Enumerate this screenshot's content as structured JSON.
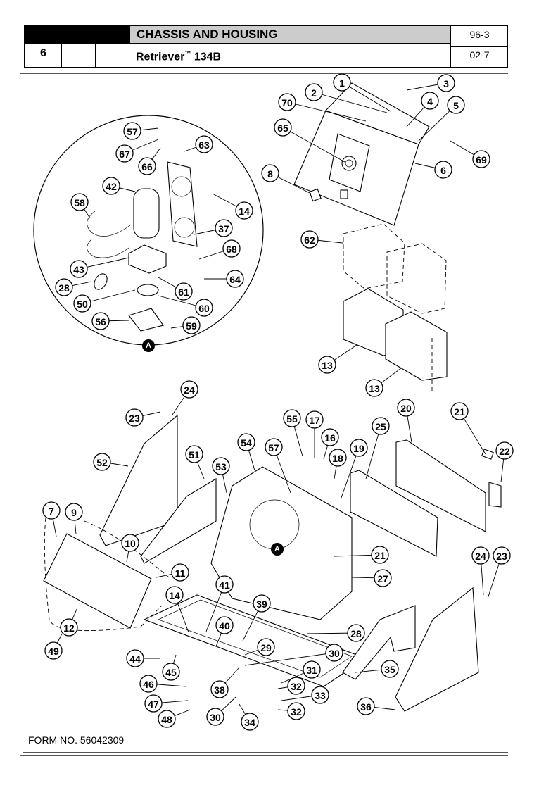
{
  "header": {
    "section_title": "CHASSIS AND HOUSING",
    "page_number": "6",
    "model_name": "Retriever",
    "model_trademark": "™",
    "model_number": "134B",
    "code_top": "96-3",
    "code_bottom": "02-7"
  },
  "footer": {
    "form_number": "FORM NO. 56042309"
  },
  "detail_view": {
    "label": "A"
  },
  "callouts": [
    {
      "id": "c1",
      "label": "1"
    },
    {
      "id": "c2",
      "label": "2"
    },
    {
      "id": "c3",
      "label": "3"
    },
    {
      "id": "c4",
      "label": "4"
    },
    {
      "id": "c5",
      "label": "5"
    },
    {
      "id": "c70",
      "label": "70"
    },
    {
      "id": "c65",
      "label": "65"
    },
    {
      "id": "c6",
      "label": "6"
    },
    {
      "id": "c69",
      "label": "69"
    },
    {
      "id": "c8",
      "label": "8"
    },
    {
      "id": "c62",
      "label": "62"
    },
    {
      "id": "c13a",
      "label": "13"
    },
    {
      "id": "c13b",
      "label": "13"
    },
    {
      "id": "c57a",
      "label": "57"
    },
    {
      "id": "c67",
      "label": "67"
    },
    {
      "id": "c66",
      "label": "66"
    },
    {
      "id": "c63",
      "label": "63"
    },
    {
      "id": "c42",
      "label": "42"
    },
    {
      "id": "c58",
      "label": "58"
    },
    {
      "id": "c14a",
      "label": "14"
    },
    {
      "id": "c37",
      "label": "37"
    },
    {
      "id": "c68",
      "label": "68"
    },
    {
      "id": "c43",
      "label": "43"
    },
    {
      "id": "c64",
      "label": "64"
    },
    {
      "id": "c28a",
      "label": "28"
    },
    {
      "id": "c61",
      "label": "61"
    },
    {
      "id": "c50",
      "label": "50"
    },
    {
      "id": "c60",
      "label": "60"
    },
    {
      "id": "c56",
      "label": "56"
    },
    {
      "id": "c59",
      "label": "59"
    },
    {
      "id": "c24a",
      "label": "24"
    },
    {
      "id": "c23a",
      "label": "23"
    },
    {
      "id": "c52",
      "label": "52"
    },
    {
      "id": "c51",
      "label": "51"
    },
    {
      "id": "c53",
      "label": "53"
    },
    {
      "id": "c54",
      "label": "54"
    },
    {
      "id": "c55",
      "label": "55"
    },
    {
      "id": "c17",
      "label": "17"
    },
    {
      "id": "c16",
      "label": "16"
    },
    {
      "id": "c18",
      "label": "18"
    },
    {
      "id": "c57b",
      "label": "57"
    },
    {
      "id": "c19",
      "label": "19"
    },
    {
      "id": "c25",
      "label": "25"
    },
    {
      "id": "c20",
      "label": "20"
    },
    {
      "id": "c21a",
      "label": "21"
    },
    {
      "id": "c22",
      "label": "22"
    },
    {
      "id": "c7",
      "label": "7"
    },
    {
      "id": "c9",
      "label": "9"
    },
    {
      "id": "c10",
      "label": "10"
    },
    {
      "id": "c11",
      "label": "11"
    },
    {
      "id": "c12",
      "label": "12"
    },
    {
      "id": "c49",
      "label": "49"
    },
    {
      "id": "c21b",
      "label": "21"
    },
    {
      "id": "c27",
      "label": "27"
    },
    {
      "id": "c24b",
      "label": "24"
    },
    {
      "id": "c23b",
      "label": "23"
    },
    {
      "id": "c14b",
      "label": "14"
    },
    {
      "id": "c41",
      "label": "41"
    },
    {
      "id": "c40",
      "label": "40"
    },
    {
      "id": "c39",
      "label": "39"
    },
    {
      "id": "c29",
      "label": "29"
    },
    {
      "id": "c28b",
      "label": "28"
    },
    {
      "id": "c30a",
      "label": "30"
    },
    {
      "id": "c31",
      "label": "31"
    },
    {
      "id": "c32a",
      "label": "32"
    },
    {
      "id": "c33",
      "label": "33"
    },
    {
      "id": "c32b",
      "label": "32"
    },
    {
      "id": "c44",
      "label": "44"
    },
    {
      "id": "c45",
      "label": "45"
    },
    {
      "id": "c46",
      "label": "46"
    },
    {
      "id": "c47",
      "label": "47"
    },
    {
      "id": "c48",
      "label": "48"
    },
    {
      "id": "c38",
      "label": "38"
    },
    {
      "id": "c30b",
      "label": "30"
    },
    {
      "id": "c34",
      "label": "34"
    },
    {
      "id": "c35",
      "label": "35"
    },
    {
      "id": "c36",
      "label": "36"
    }
  ]
}
